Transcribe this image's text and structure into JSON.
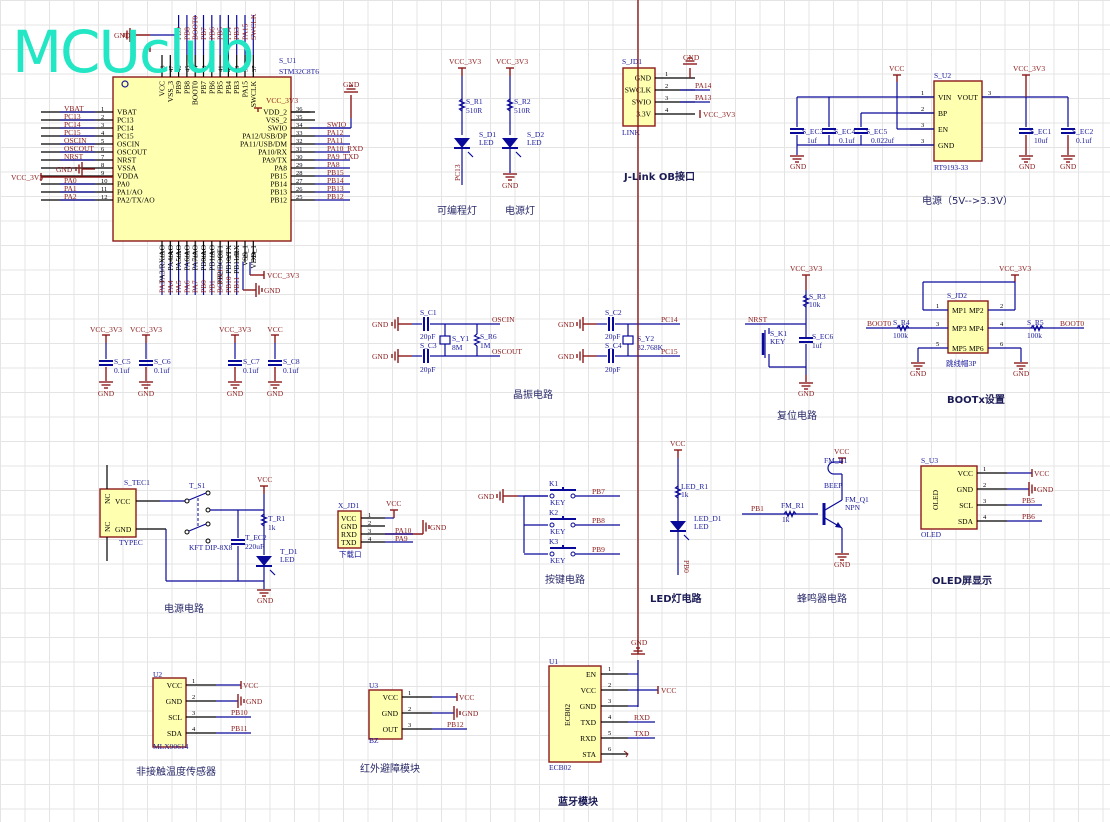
{
  "watermark": "MCUclub",
  "mcu": {
    "designator": "S_U1",
    "part": "STM32C8T6",
    "left_pins": [
      {
        "num": "1",
        "name": "VBAT",
        "net": "VBAT"
      },
      {
        "num": "2",
        "name": "PC13",
        "net": "PC13"
      },
      {
        "num": "3",
        "name": "PC14",
        "net": "PC14"
      },
      {
        "num": "4",
        "name": "PC15",
        "net": "PC15"
      },
      {
        "num": "5",
        "name": "OSCIN",
        "net": "OSCIN"
      },
      {
        "num": "6",
        "name": "OSCOUT",
        "net": "OSCOUT"
      },
      {
        "num": "7",
        "name": "NRST",
        "net": "NRST"
      },
      {
        "num": "8",
        "name": "VSSA",
        "net": "GND"
      },
      {
        "num": "9",
        "name": "VDDA",
        "net": "VCC_3V3"
      },
      {
        "num": "10",
        "name": "PA0",
        "net": "PA0"
      },
      {
        "num": "11",
        "name": "PA1/AO",
        "net": "PA1"
      },
      {
        "num": "12",
        "name": "PA2/TX/AO",
        "net": "PA2"
      }
    ],
    "right_pins": [
      {
        "num": "36",
        "name": "VDD_2",
        "net": "VCC_3V3"
      },
      {
        "num": "35",
        "name": "VSS_2",
        "net": "GND"
      },
      {
        "num": "34",
        "name": "SWIO",
        "net": "SWIO"
      },
      {
        "num": "33",
        "name": "PA12/USB/DP",
        "net": "PA12"
      },
      {
        "num": "32",
        "name": "PA11/USB/DM",
        "net": "PA11"
      },
      {
        "num": "31",
        "name": "PA10/RX",
        "net": "PA10_RXD"
      },
      {
        "num": "30",
        "name": "PA9/TX",
        "net": "PA9_TXD"
      },
      {
        "num": "29",
        "name": "PA8",
        "net": "PA8"
      },
      {
        "num": "28",
        "name": "PB15",
        "net": "PB15"
      },
      {
        "num": "27",
        "name": "PB14",
        "net": "PB14"
      },
      {
        "num": "26",
        "name": "PB13",
        "net": "PB13"
      },
      {
        "num": "25",
        "name": "PB12",
        "net": "PB12"
      }
    ],
    "top_pins": [
      {
        "num": "48",
        "name": "VCC",
        "net": "VCC"
      },
      {
        "num": "47",
        "name": "VSS_3",
        "net": "GND"
      },
      {
        "num": "46",
        "name": "PB9",
        "net": "PB9"
      },
      {
        "num": "45",
        "name": "PB8",
        "net": "PB8"
      },
      {
        "num": "44",
        "name": "BOOT0",
        "net": "BOOT0"
      },
      {
        "num": "43",
        "name": "PB7",
        "net": "PB7"
      },
      {
        "num": "42",
        "name": "PB6",
        "net": "PB6"
      },
      {
        "num": "41",
        "name": "PB5",
        "net": "PB5"
      },
      {
        "num": "40",
        "name": "PB4",
        "net": "PB4"
      },
      {
        "num": "39",
        "name": "PB3",
        "net": "PB3"
      },
      {
        "num": "38",
        "name": "PA15",
        "net": "PA15"
      },
      {
        "num": "37",
        "name": "SWCLK",
        "net": "SWCLK"
      }
    ],
    "bottom_pins": [
      {
        "num": "13",
        "name": "PA3/RX/AO",
        "net": "PA3"
      },
      {
        "num": "14",
        "name": "PA4/AO",
        "net": "PA4"
      },
      {
        "num": "15",
        "name": "PA5/AO",
        "net": "PA5"
      },
      {
        "num": "16",
        "name": "PA6/AO",
        "net": "PA6"
      },
      {
        "num": "17",
        "name": "PA7/AO",
        "net": "PA7"
      },
      {
        "num": "18",
        "name": "PB0/AO",
        "net": "PB0"
      },
      {
        "num": "19",
        "name": "PB1/AO",
        "net": "PB1"
      },
      {
        "num": "20",
        "name": "PB2/BOOT1",
        "net": "BOOT1"
      },
      {
        "num": "21",
        "name": "PB10/TX",
        "net": "PB10"
      },
      {
        "num": "22",
        "name": "PB11/RX",
        "net": "PB11"
      },
      {
        "num": "23",
        "name": "VSS_1",
        "net": "GND"
      },
      {
        "num": "24",
        "name": "VDD_1",
        "net": "VCC_3V3"
      }
    ]
  },
  "nets": {
    "gnd": "GND",
    "vcc": "VCC",
    "vcc33": "VCC_3V3"
  },
  "leds": {
    "r1": "S_R1",
    "r1v": "510R",
    "d1": "S_D1",
    "d1v": "LED",
    "d1net": "PC13",
    "r2": "S_R2",
    "r2v": "510R",
    "d2": "S_D2",
    "d2v": "LED",
    "caption1": "可编程灯",
    "caption2": "电源灯"
  },
  "jlink": {
    "designator": "S_JD1",
    "part": "LINK",
    "pins": [
      {
        "num": "1",
        "name": "GND",
        "net": "GND"
      },
      {
        "num": "2",
        "name": "SWCLK",
        "net": "PA14"
      },
      {
        "num": "3",
        "name": "SWIO",
        "net": "PA13"
      },
      {
        "num": "4",
        "name": "3.3V",
        "net": "VCC_3V3"
      }
    ],
    "caption": "J-Link OB接口"
  },
  "regulator": {
    "designator": "S_U2",
    "part": "RT9193-33",
    "pins": [
      {
        "num": "1",
        "name": "VIN"
      },
      {
        "num": "2",
        "name": "BP"
      },
      {
        "num": "3",
        "name": "EN"
      },
      {
        "num": "3",
        "name": "GND"
      }
    ],
    "out_pin": {
      "num": "3",
      "name": "VOUT"
    },
    "caps_in": [
      {
        "des": "S_EC3",
        "val": "1uf"
      },
      {
        "des": "S_EC4",
        "val": "0.1uf"
      },
      {
        "des": "S_EC5",
        "val": "0.022uf"
      }
    ],
    "caps_out": [
      {
        "des": "S_EC1",
        "val": "10uf"
      },
      {
        "des": "S_EC2",
        "val": "0.1uf"
      }
    ],
    "caption": "电源（5V-->3.3V）"
  },
  "decoupling": [
    {
      "net": "VCC_3V3",
      "des": "S_C5",
      "val": "0.1uf"
    },
    {
      "net": "VCC_3V3",
      "des": "S_C6",
      "val": "0.1uf"
    },
    {
      "net": "VCC_3V3",
      "des": "S_C7",
      "val": "0.1uf"
    },
    {
      "net": "VCC",
      "des": "S_C8",
      "val": "0.1uf"
    }
  ],
  "crystal": {
    "c1": "S_C1",
    "c1v": "20pF",
    "c3": "S_C3",
    "c3v": "20pF",
    "y1": "S_Y1",
    "y1v": "8M",
    "r6": "S_R6",
    "r6v": "1M",
    "oscin": "OSCIN",
    "oscout": "OSCOUT",
    "c2": "S_C2",
    "c2v": "20pF",
    "c4": "S_C4",
    "c4v": "20pF",
    "y2": "S_Y2",
    "y2v": "32.768K",
    "pc14": "PC14",
    "pc15": "PC15",
    "caption": "晶振电路"
  },
  "reset": {
    "r3": "S_R3",
    "r3v": "10k",
    "k1": "S_K1",
    "k1v": "KEY",
    "ec6": "S_EC6",
    "ec6v": "1uf",
    "net": "NRST",
    "caption": "复位电路"
  },
  "boot": {
    "jd2": "S_JD2",
    "part": "跳线帽3P",
    "pins": [
      "MP1",
      "MP2",
      "MP3",
      "MP4",
      "MP5",
      "MP6"
    ],
    "r4": "S_R4",
    "r4v": "100k",
    "r5": "S_R5",
    "r5v": "100k",
    "net": "BOOT0",
    "caption": "BOOTx设置"
  },
  "power_in": {
    "tec1": "S_TEC1",
    "tec1part": "TYPEC",
    "vcc": "VCC",
    "gnd": "GND",
    "nc": "NC",
    "s1": "T_S1",
    "s1part": "KFT DIP-8X8",
    "ec2": "T_EC2",
    "ec2v": "220uF",
    "r1": "T_R1",
    "r1v": "1k",
    "d1": "T_D1",
    "d1v": "LED",
    "caption": "电源电路"
  },
  "download": {
    "des": "X_JD1",
    "part": "下载口",
    "pins": [
      {
        "num": "1",
        "name": "VCC",
        "net": "VCC"
      },
      {
        "num": "2",
        "name": "GND",
        "net": "GND"
      },
      {
        "num": "3",
        "name": "RXD",
        "net": "PA10"
      },
      {
        "num": "4",
        "name": "TXD",
        "net": "PA9"
      }
    ]
  },
  "keys": {
    "items": [
      {
        "des": "K1",
        "val": "KEY",
        "net": "PB7"
      },
      {
        "des": "K2",
        "val": "KEY",
        "net": "PB8"
      },
      {
        "des": "K3",
        "val": "KEY",
        "net": "PB9"
      }
    ],
    "caption": "按键电路"
  },
  "led_circuit": {
    "r": "LED_R1",
    "rv": "1k",
    "d": "LED_D1",
    "dv": "LED",
    "net": "PB0",
    "caption": "LED灯电路"
  },
  "buzzer": {
    "b1": "FM_B1",
    "b1v": "BEEP",
    "q1": "FM_Q1",
    "q1v": "NPN",
    "r1": "FM_R1",
    "r1v": "1k",
    "net": "PB1",
    "caption": "蜂鸣器电路"
  },
  "oled": {
    "des": "S_U3",
    "part": "OLED",
    "body": "OLED",
    "pins": [
      {
        "num": "1",
        "name": "VCC",
        "net": "VCC"
      },
      {
        "num": "2",
        "name": "GND",
        "net": "GND"
      },
      {
        "num": "3",
        "name": "SCL",
        "net": "PB5"
      },
      {
        "num": "4",
        "name": "SDA",
        "net": "PB6"
      }
    ],
    "caption": "OLED屏显示"
  },
  "mlx": {
    "des": "U2",
    "part": "MLX90614",
    "pins": [
      {
        "num": "1",
        "name": "VCC",
        "net": "VCC"
      },
      {
        "num": "2",
        "name": "GND",
        "net": "GND"
      },
      {
        "num": "3",
        "name": "SCL",
        "net": "PB10"
      },
      {
        "num": "4",
        "name": "SDA",
        "net": "PB11"
      }
    ],
    "caption": "非接触温度传感器"
  },
  "ir": {
    "des": "U3",
    "part": "BZ",
    "pins": [
      {
        "num": "1",
        "name": "VCC",
        "net": "VCC"
      },
      {
        "num": "2",
        "name": "GND",
        "net": "GND"
      },
      {
        "num": "3",
        "name": "OUT",
        "net": "PB12"
      }
    ],
    "caption": "红外避障模块"
  },
  "bt": {
    "des": "U1",
    "part": "ECB02",
    "body": "ECB02",
    "pins": [
      {
        "num": "1",
        "name": "EN",
        "net": ""
      },
      {
        "num": "2",
        "name": "VCC",
        "net": "VCC"
      },
      {
        "num": "3",
        "name": "GND",
        "net": ""
      },
      {
        "num": "4",
        "name": "TXD",
        "net": "RXD"
      },
      {
        "num": "5",
        "name": "RXD",
        "net": "TXD"
      },
      {
        "num": "6",
        "name": "STA",
        "net": ""
      }
    ],
    "caption": "蓝牙模块"
  }
}
